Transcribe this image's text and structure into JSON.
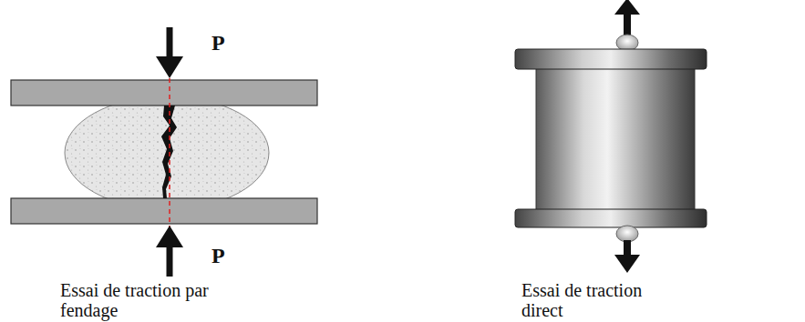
{
  "diagram": {
    "labels": [
      "P",
      "P",
      "Essai de traction par fendage",
      "Essai de traction direct"
    ]
  }
}
